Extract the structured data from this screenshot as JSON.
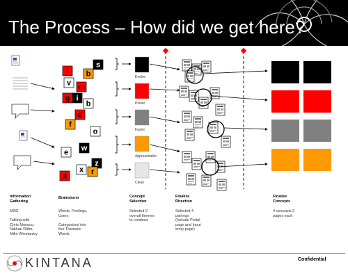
{
  "header": {
    "title": "The Process – How did we get here?"
  },
  "brainstorm_tiles": [
    {
      "letter": "s",
      "fill": "#000000",
      "color": "#ffffff"
    },
    {
      "letter": "l",
      "fill": "#ff0000",
      "color": "#000000"
    },
    {
      "letter": "b",
      "fill": "#ff9900",
      "color": "#000000"
    },
    {
      "letter": "v",
      "fill": "#ffffff",
      "color": "#000000"
    },
    {
      "letter": "m",
      "fill": "#ff0000",
      "color": "#000000"
    },
    {
      "letter": "g",
      "fill": "#ff0000",
      "color": "#000000"
    },
    {
      "letter": "i",
      "fill": "#000000",
      "color": "#ffffff"
    },
    {
      "letter": "b",
      "fill": "#ffffff",
      "color": "#000000"
    },
    {
      "letter": "d",
      "fill": "#ff0000",
      "color": "#000000"
    },
    {
      "letter": "f",
      "fill": "#ff9900",
      "color": "#000000"
    },
    {
      "letter": "o",
      "fill": "#ffffff",
      "color": "#000000"
    },
    {
      "letter": "w",
      "fill": "#000000",
      "color": "#ffffff"
    },
    {
      "letter": "e",
      "fill": "#ffffff",
      "color": "#000000"
    },
    {
      "letter": "z",
      "fill": "#000000",
      "color": "#ffffff"
    },
    {
      "letter": "x",
      "fill": "#ffffff",
      "color": "#000000"
    },
    {
      "letter": "r",
      "fill": "#ff9900",
      "color": "#000000"
    },
    {
      "letter": "a",
      "fill": "#ff0000",
      "color": "#000000"
    }
  ],
  "concepts": [
    {
      "label": "Evolve",
      "fill": "#000000"
    },
    {
      "label": "Power",
      "fill": "#ff0000"
    },
    {
      "label": "Faster",
      "fill": "#808080"
    },
    {
      "label": "Approachable",
      "fill": "#ff9900"
    },
    {
      "label": "Clean",
      "fill": "#e6e6e6"
    }
  ],
  "final_concepts": [
    {
      "fill": "#000000"
    },
    {
      "fill": "#ff0000"
    },
    {
      "fill": "#808080"
    },
    {
      "fill": "#ff9900"
    }
  ],
  "stages": [
    {
      "caption": "Information\nGathering",
      "description": "MSD\n\nTalking with\nChris Monaco,\nNathan Ritter,\nMike Winstanley"
    },
    {
      "caption": "Brainstorm",
      "description": "Words, Feelings,\nUsers\n\nCategorized into\nfive Thematic\nWords"
    },
    {
      "caption": "Concept\nSelection",
      "description": "Selected 2\noverall themes\nto continue"
    },
    {
      "caption": "Finalize\nDirection",
      "description": "Selected 4\npairings\n(Include Portal\npage and Input\nentry page)"
    },
    {
      "caption": "Finalize\nConcepts",
      "description": "4 concepts 2\npages each"
    }
  ],
  "footer": {
    "brand": "KINTANA",
    "confidential": "Confidential"
  },
  "colors": {
    "accent": "#ff0000",
    "orange": "#ff9900",
    "gray": "#808080"
  }
}
